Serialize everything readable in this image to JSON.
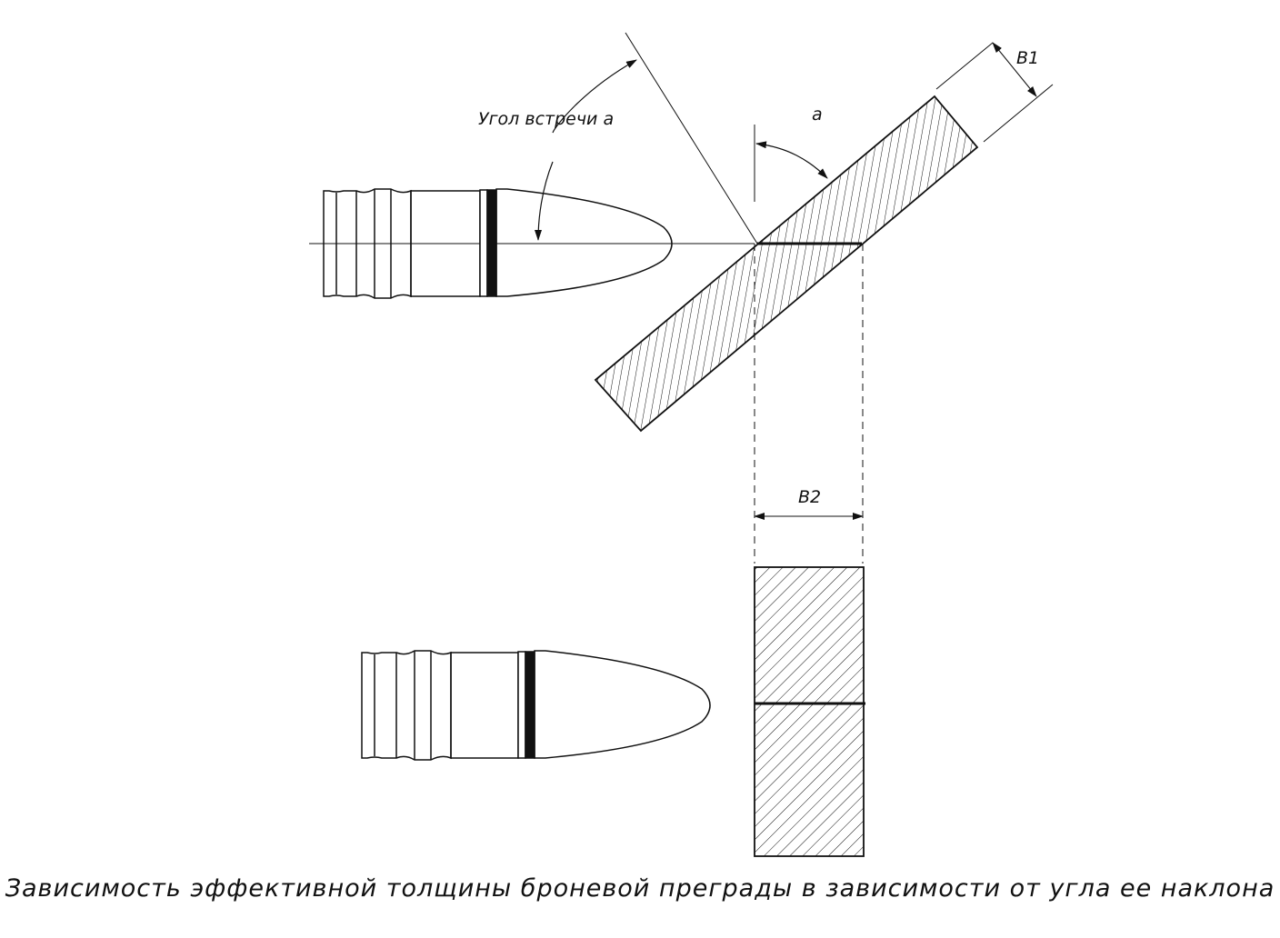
{
  "labels": {
    "impact_angle": "Угол встречи a",
    "angle_a": "a",
    "b1": "B1",
    "b2": "B2"
  },
  "caption": "Зависимость эффективной толщины броневой преграды в зависимости от угла ее наклона",
  "colors": {
    "line": "#111111",
    "background": "#ffffff"
  }
}
